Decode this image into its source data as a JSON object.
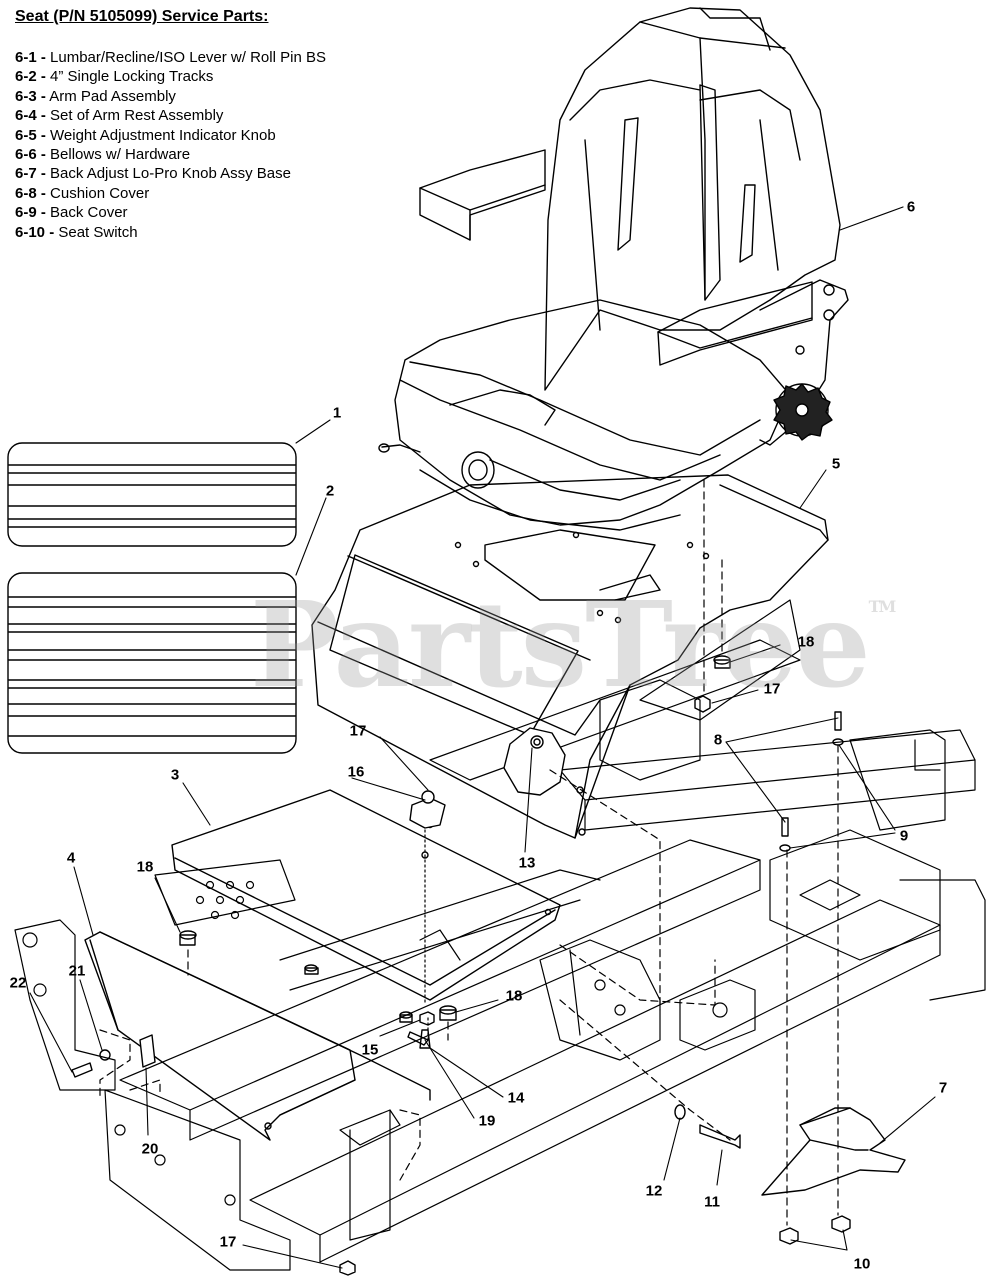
{
  "header": {
    "title": "Seat (P/N 5105099) Service Parts:"
  },
  "service_parts": [
    {
      "number": "6-1 -",
      "name": "Lumbar/Recline/ISO Lever w/ Roll Pin BS"
    },
    {
      "number": "6-2 -",
      "name": "4” Single Locking Tracks"
    },
    {
      "number": "6-3 -",
      "name": "Arm Pad Assembly"
    },
    {
      "number": "6-4 -",
      "name": "Set of Arm Rest Assembly"
    },
    {
      "number": "6-5 -",
      "name": "Weight Adjustment Indicator Knob"
    },
    {
      "number": "6-6 -",
      "name": "Bellows w/ Hardware"
    },
    {
      "number": "6-7 -",
      "name": "Back Adjust Lo-Pro Knob Assy Base"
    },
    {
      "number": "6-8 -",
      "name": "Cushion Cover"
    },
    {
      "number": "6-9 -",
      "name": "Back Cover"
    },
    {
      "number": "6-10 -",
      "name": "Seat Switch"
    }
  ],
  "callouts": {
    "c1": "1",
    "c2": "2",
    "c3": "3",
    "c4": "4",
    "c5": "5",
    "c6": "6",
    "c7": "7",
    "c8": "8",
    "c9": "9",
    "c10": "10",
    "c11": "11",
    "c12": "12",
    "c13": "13",
    "c14": "14",
    "c15": "15",
    "c16": "16",
    "c17a": "17",
    "c17b": "17",
    "c17c": "17",
    "c18a": "18",
    "c18b": "18",
    "c18c": "18",
    "c19": "19",
    "c20": "20",
    "c21": "21",
    "c22": "22"
  },
  "watermark": {
    "text": "PartsTree",
    "trademark": "TM"
  },
  "colors": {
    "line": "#000000",
    "watermark": "#969696",
    "background": "#ffffff"
  }
}
